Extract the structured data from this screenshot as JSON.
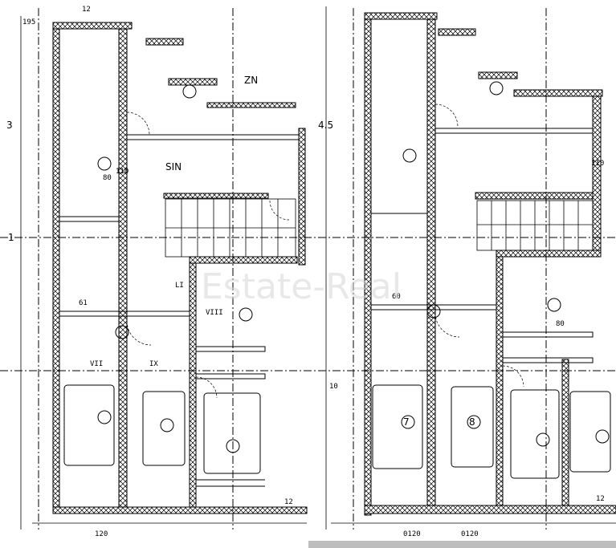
{
  "plan_texts": [
    "195",
    "80",
    "12",
    "3",
    "4.5",
    "1",
    "7",
    "8",
    "110",
    "110",
    "80",
    "61",
    "60",
    "0120",
    "0120",
    "120",
    "12",
    "12",
    "10",
    "VII",
    "VIII",
    "IX",
    "LI",
    "SIN",
    "ZN"
  ],
  "watermark": "Estate-Real"
}
